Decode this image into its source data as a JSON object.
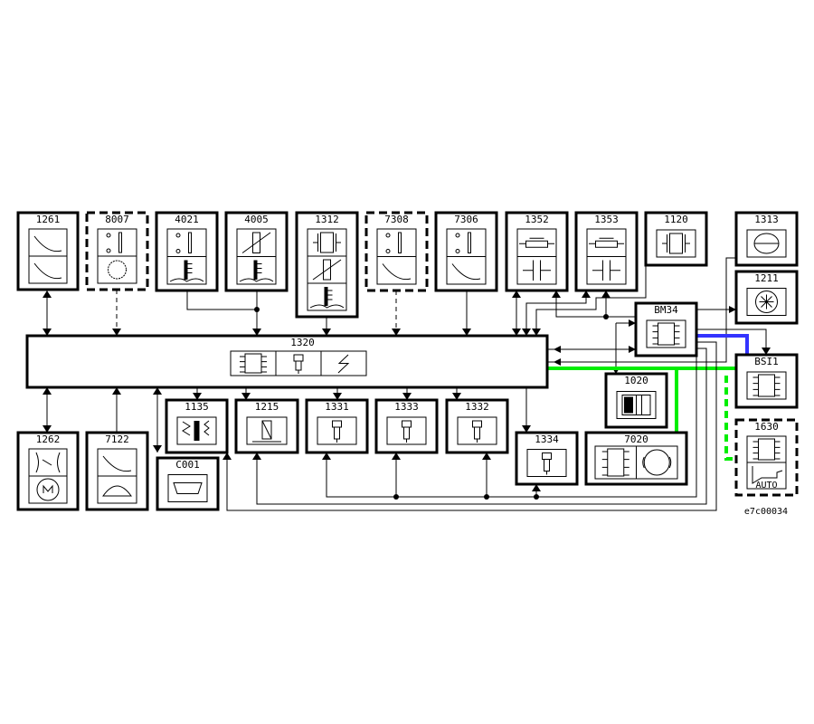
{
  "diagram": {
    "reference": "e7c00034",
    "central_unit": {
      "id": "1320",
      "icons": [
        "ecu-chip-icon",
        "injector-icon",
        "ignition-spark-icon"
      ]
    },
    "components": [
      {
        "id": "1261",
        "style": "solid",
        "icons": [
          "throttle-curve-icon",
          "sensor-curve-icon"
        ]
      },
      {
        "id": "8007",
        "style": "dashed",
        "icons": [
          "pressure-switch-icon",
          "air-conditioning-icon"
        ]
      },
      {
        "id": "4021",
        "style": "solid",
        "icons": [
          "indicator-icon",
          "temperature-icon"
        ]
      },
      {
        "id": "4005",
        "style": "solid",
        "icons": [
          "variable-resistor-icon",
          "temperature-icon"
        ]
      },
      {
        "id": "1312",
        "style": "solid",
        "icons": [
          "pressure-sensor-icon",
          "variable-resistor-icon",
          "temperature-icon"
        ]
      },
      {
        "id": "7308",
        "style": "dashed",
        "icons": [
          "indicator-icon",
          "curve-icon"
        ]
      },
      {
        "id": "7306",
        "style": "solid",
        "icons": [
          "indicator-icon",
          "curve-icon"
        ]
      },
      {
        "id": "1352",
        "style": "solid",
        "icons": [
          "heater-resistor-icon",
          "capacitor-icon"
        ]
      },
      {
        "id": "1353",
        "style": "solid",
        "icons": [
          "heater-resistor-icon",
          "capacitor-icon"
        ]
      },
      {
        "id": "1120",
        "style": "solid",
        "icons": [
          "knock-sensor-icon"
        ]
      },
      {
        "id": "1313",
        "style": "solid",
        "icons": [
          "engine-speed-sensor-icon"
        ]
      },
      {
        "id": "1211",
        "style": "solid",
        "icons": [
          "fuel-pump-icon"
        ]
      },
      {
        "id": "BM34",
        "style": "solid",
        "icons": [
          "relay-module-icon"
        ]
      },
      {
        "id": "BSI1",
        "style": "solid",
        "icons": [
          "relay-module-icon"
        ]
      },
      {
        "id": "1630",
        "style": "dashed",
        "icons": [
          "ecu-chip-icon",
          "auto-gearbox-icon"
        ],
        "sub_label": "AUTO"
      },
      {
        "id": "1262",
        "style": "solid",
        "icons": [
          "throttle-motor-icon",
          "motor-icon"
        ]
      },
      {
        "id": "7122",
        "style": "solid",
        "icons": [
          "sensor-curve-icon",
          "pedal-icon"
        ]
      },
      {
        "id": "1135",
        "style": "solid",
        "icons": [
          "ignition-coil-icon"
        ]
      },
      {
        "id": "C001",
        "style": "solid",
        "icons": [
          "diagnostic-connector-icon"
        ]
      },
      {
        "id": "1215",
        "style": "solid",
        "icons": [
          "canister-valve-icon"
        ]
      },
      {
        "id": "1331",
        "style": "solid",
        "icons": [
          "injector-icon"
        ]
      },
      {
        "id": "1333",
        "style": "solid",
        "icons": [
          "injector-icon"
        ]
      },
      {
        "id": "1332",
        "style": "solid",
        "icons": [
          "injector-icon"
        ]
      },
      {
        "id": "1334",
        "style": "solid",
        "icons": [
          "injector-icon"
        ]
      },
      {
        "id": "1020",
        "style": "solid",
        "icons": [
          "alternator-icon"
        ]
      },
      {
        "id": "7020",
        "style": "solid",
        "icons": [
          "ecu-chip-icon",
          "abs-icon"
        ]
      }
    ],
    "colors": {
      "can_bus": "#00ee00",
      "van_bus": "#3333ff",
      "wire": "#000000"
    }
  }
}
